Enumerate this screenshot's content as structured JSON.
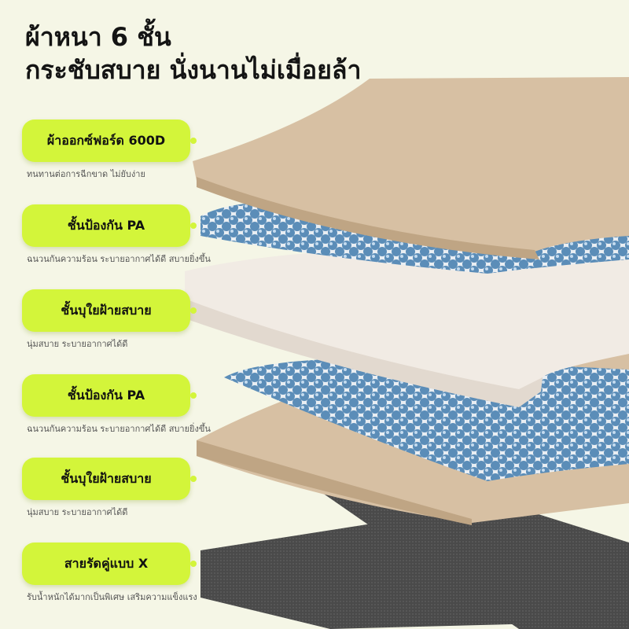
{
  "headline": {
    "line1": "ผ้าหนา 6 ชั้น",
    "line2": "กระชับสบาย นั่งนานไม่เมื่อยล้า"
  },
  "colors": {
    "accent": "#d3f53a",
    "background": "#f5f6e6",
    "tan_fabric": "#d7c0a3",
    "foam": "#f1ebe4",
    "blue_mesh": "#5b8db8",
    "dark_strap": "#4a4a4a"
  },
  "features": [
    {
      "label": "ผ้าออกซ์ฟอร์ด 600D",
      "desc": "ทนทานต่อการฉีกขาด ไม่ยับง่าย"
    },
    {
      "label": "ชั้นป้องกัน PA",
      "desc": "ฉนวนกันความร้อน ระบายอากาศได้ดี สบายยิ่งขึ้น"
    },
    {
      "label": "ชั้นบุใยฝ้ายสบาย",
      "desc": "นุ่มสบาย ระบายอากาศได้ดี"
    },
    {
      "label": "ชั้นป้องกัน PA",
      "desc": "ฉนวนกันความร้อน ระบายอากาศได้ดี สบายยิ่งขึ้น"
    },
    {
      "label": "ชั้นบุใยฝ้ายสบาย",
      "desc": "นุ่มสบาย ระบายอากาศได้ดี"
    },
    {
      "label": "สายรัดคู่แบบ X",
      "desc": "รับน้ำหนักได้มากเป็นพิเศษ เสริมความแข็งแรง"
    }
  ]
}
